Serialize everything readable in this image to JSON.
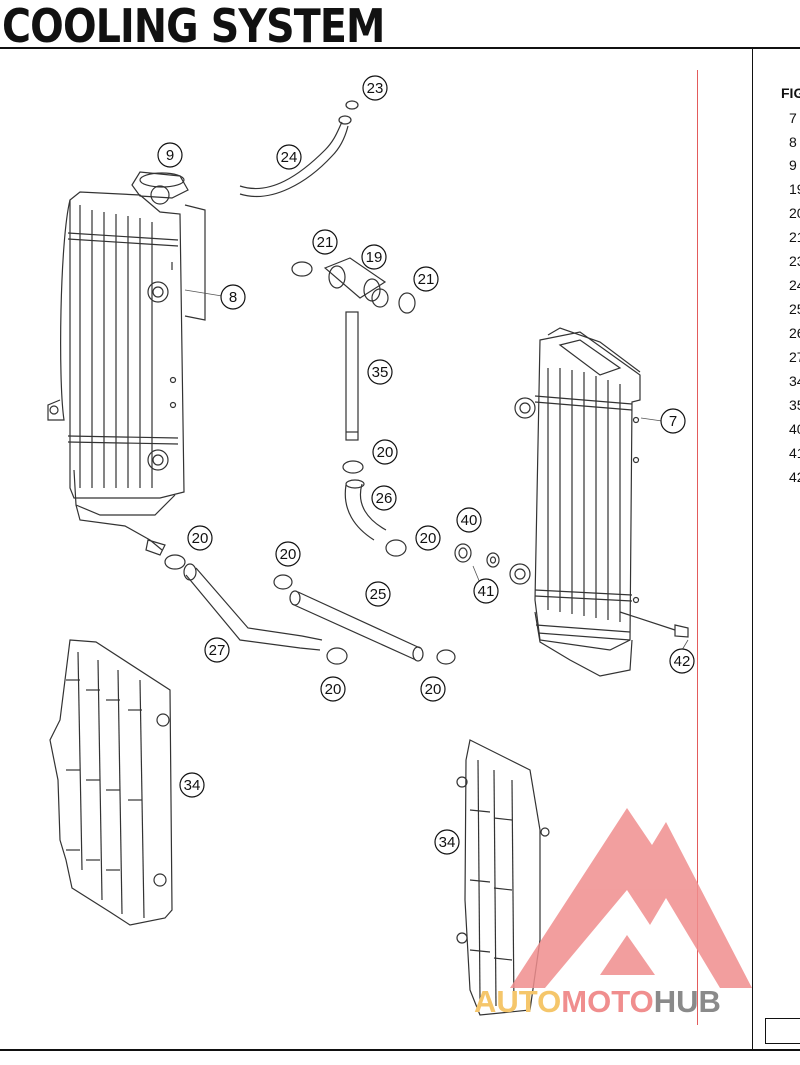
{
  "page": {
    "title": "COOLING SYSTEM"
  },
  "diagram": {
    "callouts": [
      {
        "id": "c23",
        "label": "23"
      },
      {
        "id": "c24",
        "label": "24"
      },
      {
        "id": "c9",
        "label": "9"
      },
      {
        "id": "c8",
        "label": "8"
      },
      {
        "id": "c21a",
        "label": "21"
      },
      {
        "id": "c19",
        "label": "19"
      },
      {
        "id": "c21b",
        "label": "21"
      },
      {
        "id": "c35",
        "label": "35"
      },
      {
        "id": "c20a",
        "label": "20"
      },
      {
        "id": "c26",
        "label": "26"
      },
      {
        "id": "c20b",
        "label": "20"
      },
      {
        "id": "c40",
        "label": "40"
      },
      {
        "id": "c41",
        "label": "41"
      },
      {
        "id": "c7",
        "label": "7"
      },
      {
        "id": "c20c",
        "label": "20"
      },
      {
        "id": "c20d",
        "label": "20"
      },
      {
        "id": "c25",
        "label": "25"
      },
      {
        "id": "c27",
        "label": "27"
      },
      {
        "id": "c20e",
        "label": "20"
      },
      {
        "id": "c20f",
        "label": "20"
      },
      {
        "id": "c42",
        "label": "42"
      },
      {
        "id": "c34a",
        "label": "34"
      },
      {
        "id": "c34b",
        "label": "34"
      }
    ]
  },
  "sidebar": {
    "header": "FIG",
    "rows": [
      "7",
      "8",
      "9",
      "19",
      "20",
      "21",
      "23",
      "24",
      "25",
      "26",
      "27",
      "34",
      "35",
      "40",
      "41",
      "42"
    ]
  },
  "watermark": {
    "part1": "AUTO",
    "part2": "MOTO",
    "part3": "HUB",
    "colors": {
      "auto": "#f5c66b",
      "moto": "#f08e8e",
      "hub": "#8a8a8a",
      "logo": "#f08e8e"
    }
  }
}
